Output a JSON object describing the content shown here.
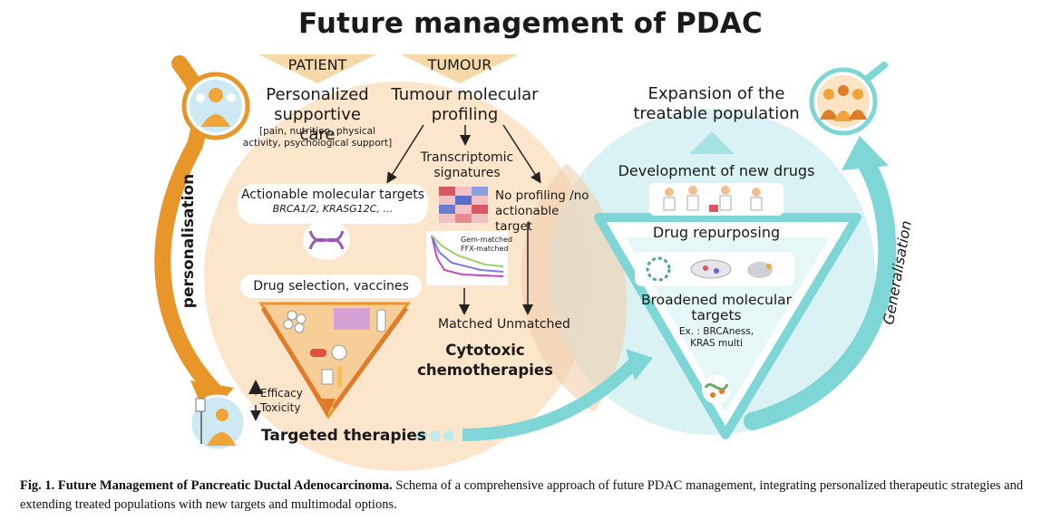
{
  "title": "Future management of PDAC",
  "patient": {
    "header": "PATIENT",
    "title": "Personalized supportive care",
    "detail": "[pain, nutrition, physical activity, psychological support]"
  },
  "tumour": {
    "header": "TUMOUR",
    "title": "Tumour molecular profiling"
  },
  "transcriptomic": "Transcriptomic signatures",
  "no_profiling": "No profiling /no actionable target",
  "actionable": {
    "title": "Actionable molecular targets",
    "examples": "BRCA1/2, KRASG12C, …"
  },
  "kaplan_legend": [
    "Gem-matched",
    "FFX-matched"
  ],
  "matched": "Matched",
  "unmatched": "Unmatched",
  "drug_selection": "Drug selection, vaccines",
  "efficacy": "Efficacy",
  "toxicity": "Toxicity",
  "targeted": "Targeted therapies",
  "cytotoxic": "Cytotoxic chemotherapies",
  "personalisation": "personalisation",
  "generalisation": "Generalisation",
  "expansion": "Expansion of the treatable population",
  "new_drugs": "Development of new drugs",
  "repurposing": "Drug repurposing",
  "broadened": {
    "title": "Broadened molecular targets",
    "examples": "Ex. : BRCAness, KRAS multi"
  },
  "caption": {
    "head": "Fig. 1.  Future Management of Pancreatic Ductal Adenocarcinoma.",
    "body": " Schema of a comprehensive approach of future PDAC management, integrating personalized therapeutic strategies and extending treated populations with new targets and multimodal options."
  },
  "colors": {
    "orange": "#e8962a",
    "peach": "#fbe6cc",
    "teal": "#7fd6d6",
    "teal_light": "#d8f1f2",
    "arrow_orange": "#e07b2a"
  },
  "icons": [
    "patient-group-icon",
    "patient-iv-icon",
    "population-group-icon",
    "dna-icon",
    "heatmap-icon",
    "survival-curve-icon",
    "drug-icons",
    "researchers-icon",
    "cells-icon",
    "protein-structure-icon"
  ]
}
